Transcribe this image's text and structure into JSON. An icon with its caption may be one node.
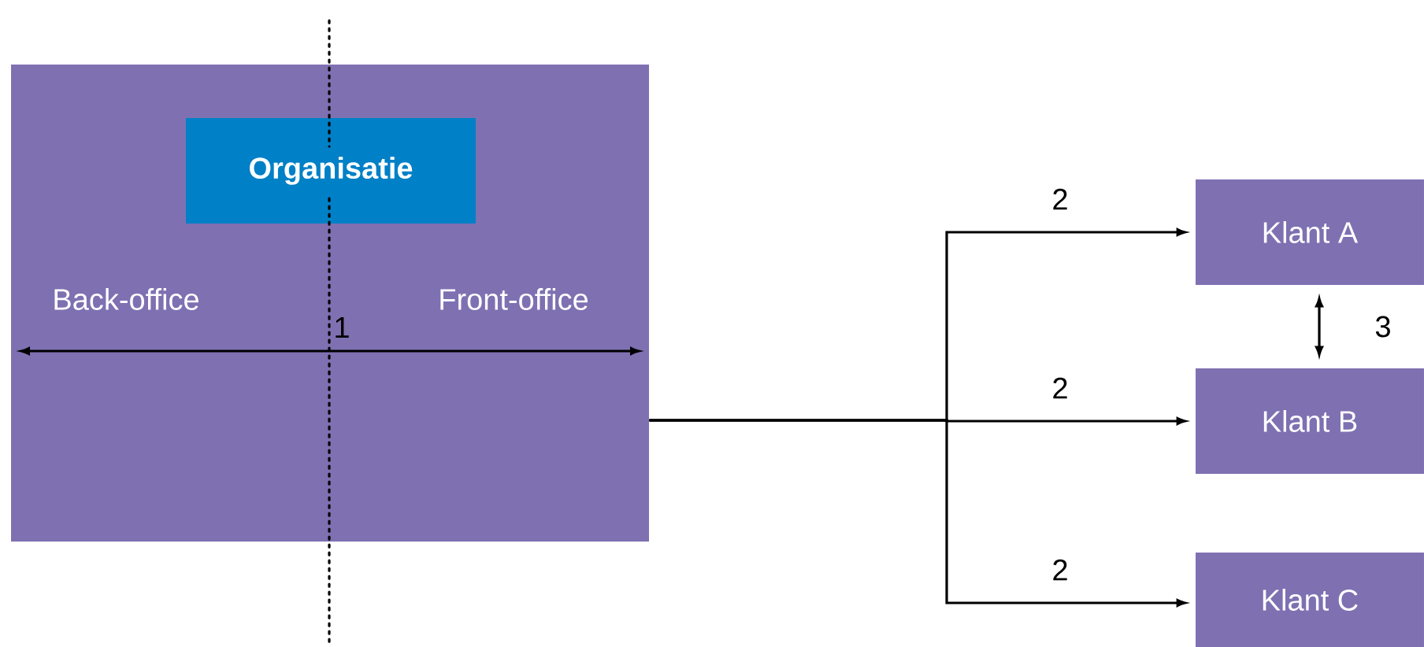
{
  "diagram": {
    "nodes": [
      {
        "text": [
          "Back-office",
          "Front-office"
        ]
      },
      {
        "text": [
          "Organisatie"
        ],
        "in": 0
      },
      {
        "text": [
          "Klant A"
        ]
      },
      {
        "text": [
          "Klant B"
        ]
      },
      {
        "text": [
          "Klant C"
        ]
      }
    ],
    "edges": [
      {
        "from": 0,
        "to": 2,
        "arrow": "to",
        "label": "2"
      },
      {
        "from": 0,
        "to": 3,
        "arrow": "to",
        "label": "2"
      },
      {
        "from": 0,
        "to": 4,
        "arrow": "to",
        "label": "2"
      },
      {
        "from": 2,
        "to": 3,
        "arrow": "both",
        "label": "3"
      }
    ],
    "labels": [
      "1"
    ]
  }
}
